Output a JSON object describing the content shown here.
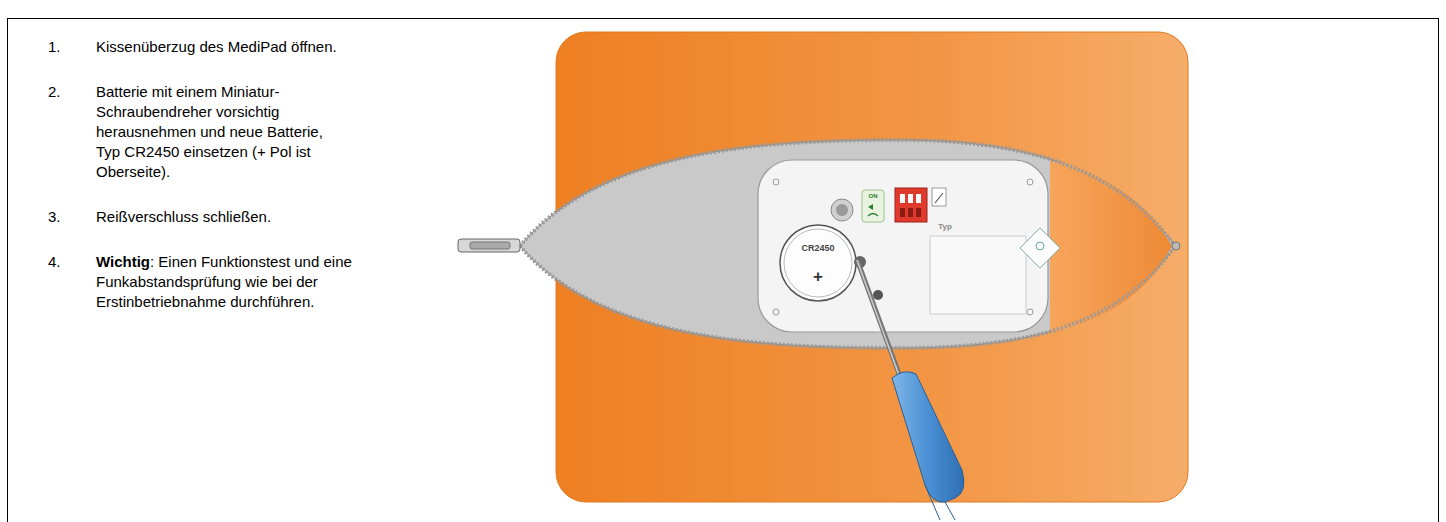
{
  "diagram": {
    "labels": [
      "1.",
      "Kissenüberzug des MediPad öffnen.",
      "2.",
      "Batterie mit einem Miniatur-Schraubendreher vorsichtig herausnehmen und neue Batterie, Typ CR2450 einsetzen (+ Pol ist Oberseite).",
      "3.",
      "Reißverschluss schließen.",
      "4.",
      "Wichtig",
      ": Einen Funktionstest und eine Funkabstandsprüfung wie bei der Erstinbetriebnahme durchführen.",
      "CR2450",
      "+",
      "ON",
      "Typ"
    ]
  }
}
